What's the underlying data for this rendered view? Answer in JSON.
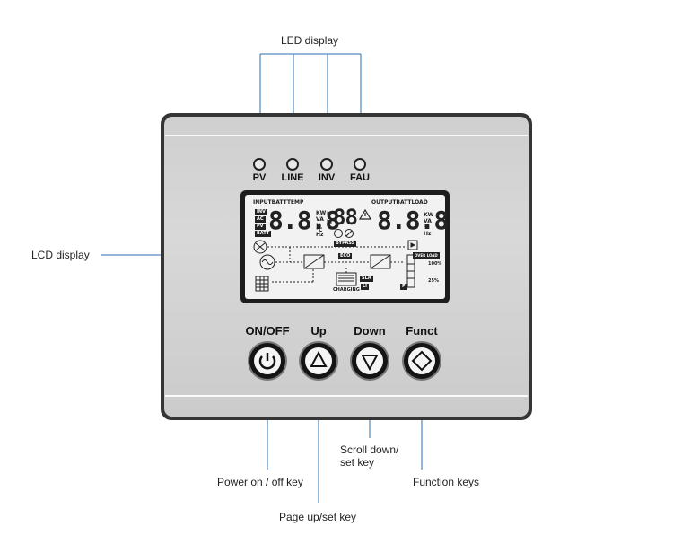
{
  "callouts": {
    "led_display": "LED display",
    "lcd_display": "LCD display",
    "power_key": "Power on / off key",
    "page_up_key": "Page up/set key",
    "scroll_down_line1": "Scroll down/",
    "scroll_down_line2": "set key",
    "function_keys": "Function keys"
  },
  "leds": [
    {
      "label": "PV"
    },
    {
      "label": "LINE"
    },
    {
      "label": "INV"
    },
    {
      "label": "FAU"
    }
  ],
  "lcd": {
    "input_header": "INPUTBATTTEMP",
    "output_header": "OUTPUTBATTLOAD",
    "input_digits": "8.8.8",
    "mid_digits": "88",
    "output_digits": "8.8.8",
    "left_tags": [
      "INV",
      "AC",
      "PV",
      "BATT"
    ],
    "units_left": [
      "KW",
      "VA",
      "%",
      "°C",
      "Hz"
    ],
    "units_mid": [
      "H",
      "M"
    ],
    "units_right": [
      "KW",
      "VA",
      "%",
      "Hz"
    ],
    "bypass": "BYPASS",
    "eco": "ECO",
    "charging": "CHARGING",
    "sla": "SLA",
    "li": "LI",
    "over_load": "OVER LOAD",
    "pct_100": "100%",
    "pct_25": "25%",
    "p_mark": "P"
  },
  "buttons": [
    {
      "label": "ON/OFF",
      "icon": "power-icon"
    },
    {
      "label": "Up",
      "icon": "triangle-up-icon"
    },
    {
      "label": "Down",
      "icon": "triangle-down-icon"
    },
    {
      "label": "Funct",
      "icon": "diamond-icon"
    }
  ]
}
